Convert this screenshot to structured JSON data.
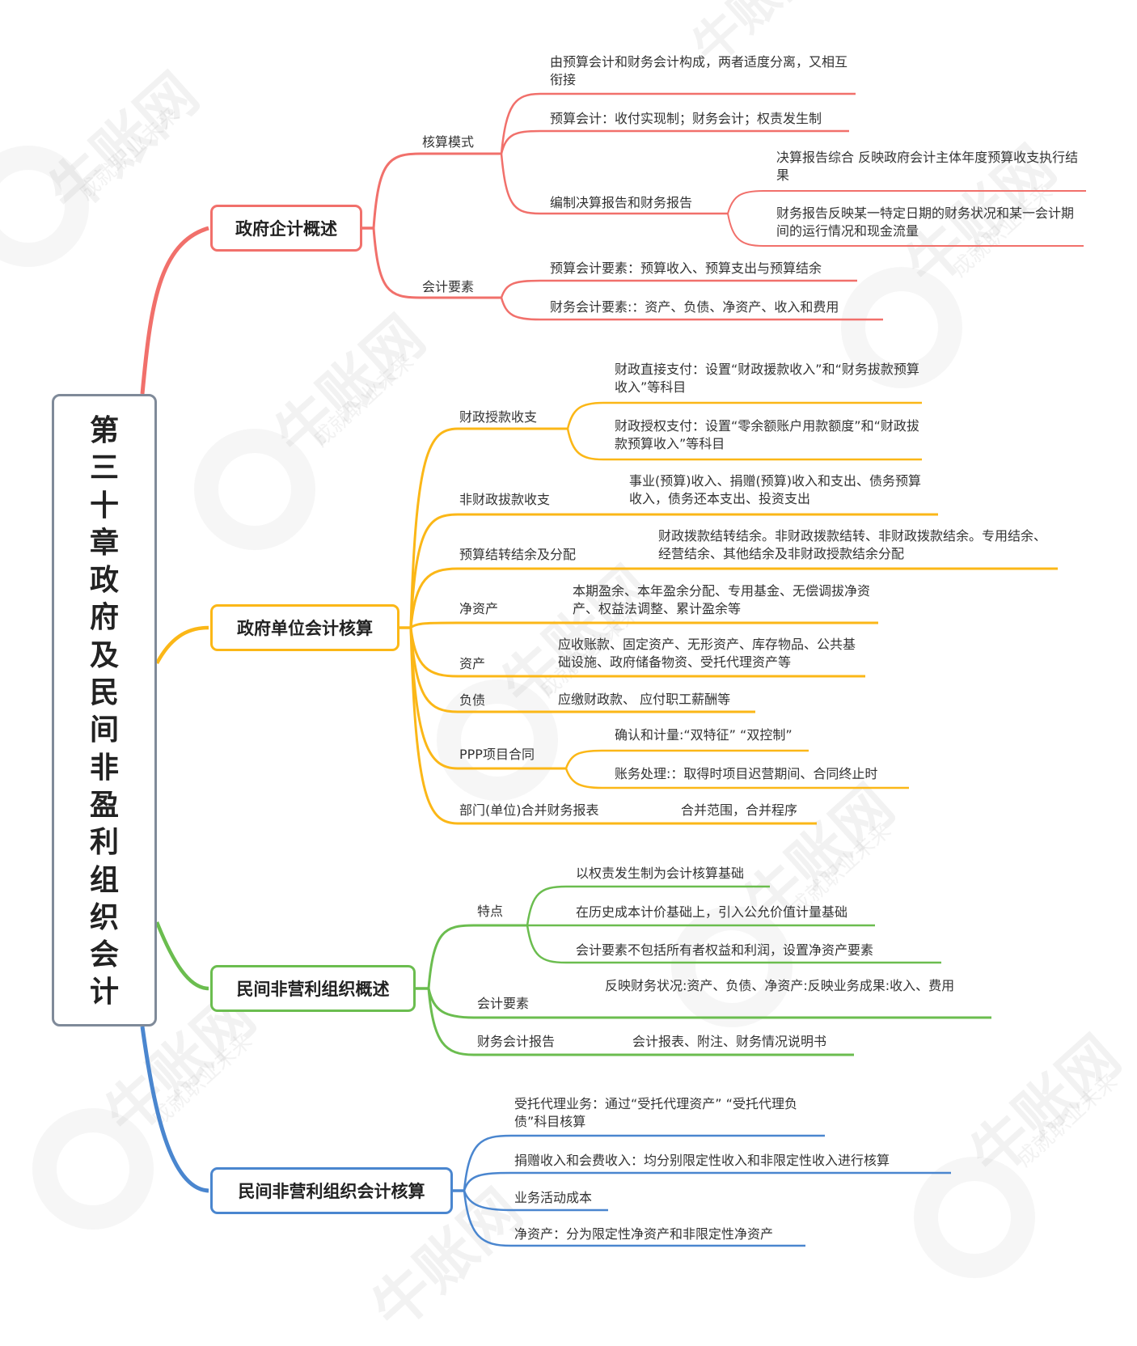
{
  "root": {
    "title": "第三十章政府及民间非盈利组织会计"
  },
  "watermark": {
    "brand": "牛账网",
    "slogan": "成就职业未来"
  },
  "colors": {
    "red": "#f1706b",
    "yellow": "#fbb717",
    "green": "#6bbd4f",
    "blue": "#4a86cf",
    "root_border": "#7f8a99"
  },
  "branches": [
    {
      "label": "政府企计概述",
      "subs": [
        {
          "label": "核算模式",
          "leaves": [
            "由预算会计和财务会计构成，两者适度分离，又相互衔接",
            "预算会计：收付实现制；财务会计；权责发生制",
            "编制决算报告和财务报告"
          ],
          "deep": [
            "决算报告综合 反映政府会计主体年度预算收支执行结果",
            "财务报告反映某一特定日期的财务状况和某一会计期间的运行情况和现金流量"
          ]
        },
        {
          "label": "会计要素",
          "leaves": [
            "预算会计要素：预算收入、预算支出与预算结余",
            "财务会计要素:：资产、负债、净资产、收入和费用"
          ]
        }
      ]
    },
    {
      "label": "政府单位会计核算",
      "subs": [
        {
          "label": "财政授款收支",
          "leaves": [
            "财政直接支付：设置“财政援款收入”和“财务拔款预算收入”等科目",
            "财政授权支付：设置“零余额账户用款额度”和“财政拔款预算收入”等科目"
          ]
        },
        {
          "label": "非财政拔款收支",
          "leaves": [
            "事业(预算)收入、捐赠(预算)收入和支出、债务预算收入，债务还本支出、投资支出"
          ]
        },
        {
          "label": "预算结转结余及分配",
          "leaves": [
            "财政拨款结转结余。非财政拨款结转、非财政拨款结余。专用结余、经营结余、其他结余及非财政授款结余分配"
          ]
        },
        {
          "label": "净资产",
          "leaves": [
            "本期盈余、本年盈余分配、专用基金、无偿调拔净资产、权益法调整、累计盈余等"
          ]
        },
        {
          "label": "资产",
          "leaves": [
            "应收账款、固定资产、无形资产、库存物品、公共基础设施、政府储备物资、受托代理资产等"
          ]
        },
        {
          "label": "负债",
          "leaves": [
            "应缴财政款、 应付职工薪酬等"
          ]
        },
        {
          "label": "PPP项目合同",
          "leaves": [
            "确认和计量:“双特征” “双控制”",
            "账务处理:：取得时项目迟营期间、合同终止时"
          ]
        },
        {
          "label": "部门(单位)合并财务报表",
          "leaves": [
            "合并范围，合并程序"
          ]
        }
      ]
    },
    {
      "label": "民间非营利组织概述",
      "subs": [
        {
          "label": "特点",
          "leaves": [
            "以权责发生制为会计核算基础",
            "在历史成本计价基础上，引入公允价值计量基础",
            "会计要素不包括所有者权益和利润，设置净资产要素"
          ]
        },
        {
          "label": "会计要素",
          "leaves": [
            "反映财务状况:资产、负债、净资产:反映业务成果:收入、费用"
          ]
        },
        {
          "label": "财务会计报告",
          "leaves": [
            "会计报表、附注、财务情况说明书"
          ]
        }
      ]
    },
    {
      "label": "民间非营利组织会计核算",
      "leaves": [
        "受托代理业务：通过“受托代理资产” “受托代理负债”科目核算",
        "捐赠收入和会费收入：均分别限定性收入和非限定性收入进行核算",
        "业务活动成本",
        "净资产：分为限定性净资产和非限定性净资产"
      ]
    }
  ]
}
